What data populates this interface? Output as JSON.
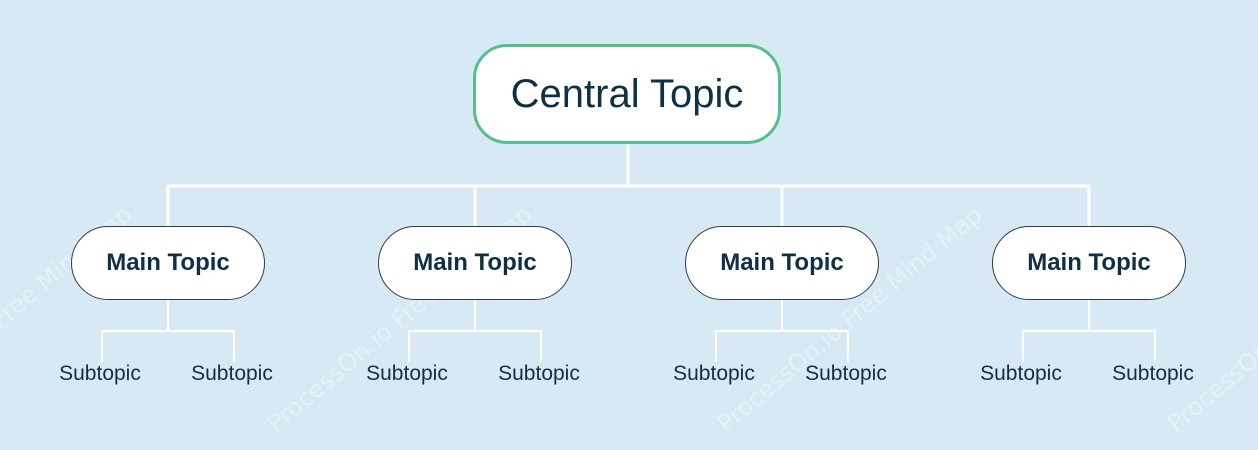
{
  "colors": {
    "background": "#d7e9f5",
    "central_border": "#52c08a",
    "main_border": "#333d44",
    "text": "#0f3044",
    "connector": "#ffffff"
  },
  "central": {
    "label": "Central Topic"
  },
  "main_topics": [
    {
      "label": "Main Topic",
      "subtopics": [
        "Subtopic",
        "Subtopic"
      ]
    },
    {
      "label": "Main Topic",
      "subtopics": [
        "Subtopic",
        "Subtopic"
      ]
    },
    {
      "label": "Main Topic",
      "subtopics": [
        "Subtopic",
        "Subtopic"
      ]
    },
    {
      "label": "Main Topic",
      "subtopics": [
        "Subtopic",
        "Subtopic"
      ]
    }
  ],
  "watermark": "ProcessOn.io Free Mind Map"
}
